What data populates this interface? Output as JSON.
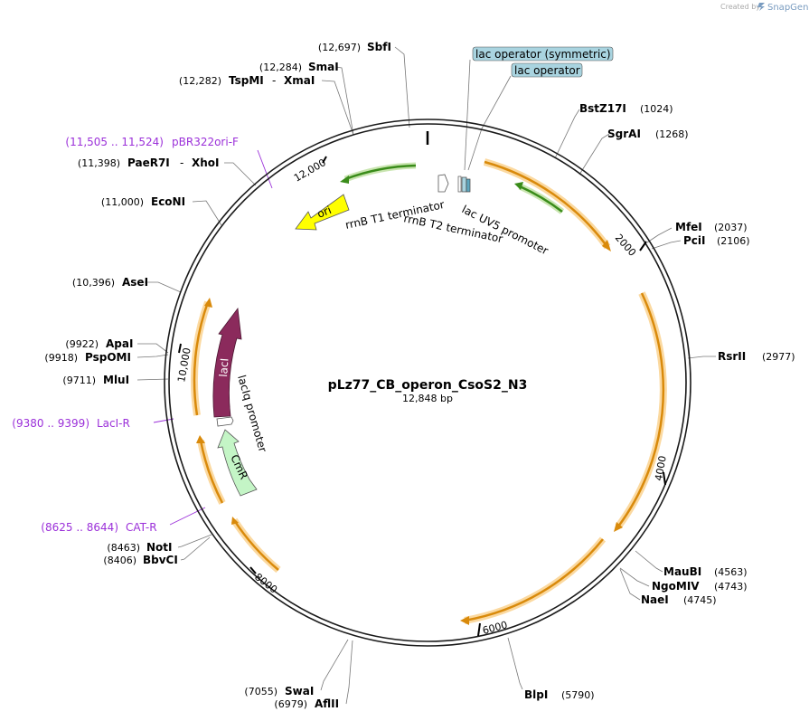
{
  "credit": {
    "created_by": "Created by",
    "brand": "SnapGene"
  },
  "plasmid": {
    "name": "pLz77_CB_operon_CsoS2_N3",
    "length": "12,848 bp"
  },
  "ticks": [
    "2000",
    "4000",
    "6000",
    "8000",
    "10,000",
    "12,000"
  ],
  "sites": [
    {
      "pos": "(12,697)",
      "name": "SbfI"
    },
    {
      "pos": "(12,284)",
      "name": "SmaI"
    },
    {
      "pos": "(12,282)",
      "name": "TspMI",
      "sep": "-",
      "name2": "XmaI"
    },
    {
      "pos": "(11,398)",
      "name": "PaeR7I",
      "sep": "-",
      "name2": "XhoI"
    },
    {
      "pos": "(11,000)",
      "name": "EcoNI"
    },
    {
      "pos": "(10,396)",
      "name": "AseI"
    },
    {
      "pos": "(9922)",
      "name": "ApaI"
    },
    {
      "pos": "(9918)",
      "name": "PspOMI"
    },
    {
      "pos": "(9711)",
      "name": "MluI"
    },
    {
      "pos": "(8463)",
      "name": "NotI"
    },
    {
      "pos": "(8406)",
      "name": "BbvCI"
    },
    {
      "pos": "(7055)",
      "name": "SwaI"
    },
    {
      "pos": "(6979)",
      "name": "AflII"
    },
    {
      "name": "BstZ17I",
      "pos": "(1024)"
    },
    {
      "name": "SgrAI",
      "pos": "(1268)"
    },
    {
      "name": "MfeI",
      "pos": "(2037)"
    },
    {
      "name": "PciI",
      "pos": "(2106)"
    },
    {
      "name": "RsrII",
      "pos": "(2977)"
    },
    {
      "name": "MauBI",
      "pos": "(4563)"
    },
    {
      "name": "NgoMIV",
      "pos": "(4743)"
    },
    {
      "name": "NaeI",
      "pos": "(4745)"
    },
    {
      "name": "BlpI",
      "pos": "(5790)"
    }
  ],
  "primers": [
    {
      "range": "(11,505 .. 11,524)",
      "name": "pBR322ori-F"
    },
    {
      "range": "(9380 .. 9399)",
      "name": "LacI-R"
    },
    {
      "range": "(8625 .. 8644)",
      "name": "CAT-R"
    }
  ],
  "features": {
    "lac_operator_symmetric": "lac operator (symmetric)",
    "lac_operator": "lac operator",
    "rrnB_T1": "rrnB T1 terminator",
    "rrnB_T2": "rrnB T2 terminator",
    "lacUV5": "lac UV5 promoter",
    "ori": "ori",
    "lacI": "lacI",
    "lacIq": "lacIq promoter",
    "CmR": "CmR"
  },
  "colors": {
    "backbone": "#1a1a1a",
    "orf_orange": "#d98a0b",
    "orf_glow": "#fbd9a0",
    "terminator_green": "#3a8c1a",
    "terminator_glow": "#c9e5b0",
    "ori_yellow": "#ffff00",
    "lacI_purple": "#8b2a5c",
    "CmR_green": "#c4f5c6",
    "operator_blue": "#a9d4e0",
    "primer_purple": "#9b30d9"
  }
}
